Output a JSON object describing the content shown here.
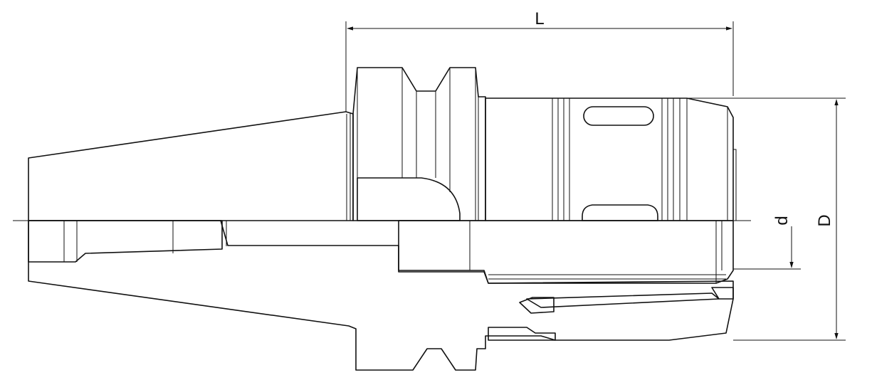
{
  "dimensions": {
    "length_label": "L",
    "bore_label": "d",
    "outer_diameter_label": "D"
  },
  "colors": {
    "body_fill": "#e4e4e4",
    "section_fill": "#fbf6c9",
    "hatch": "#222222",
    "outline": "#111111"
  }
}
